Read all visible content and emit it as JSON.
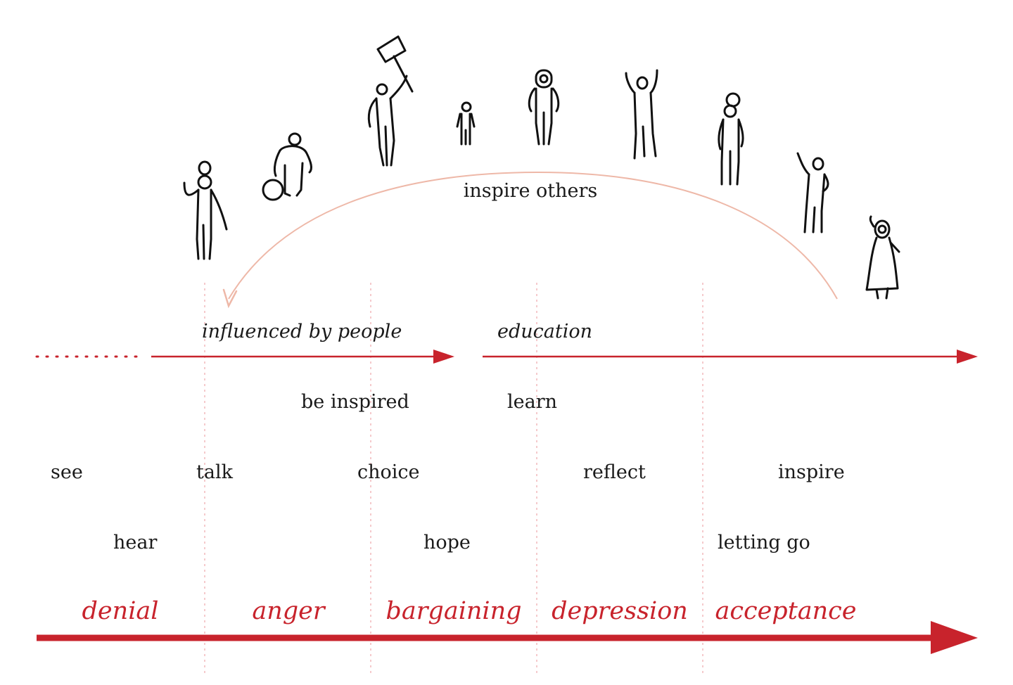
{
  "colors": {
    "accent_red": "#c8232c",
    "arc_pink": "#eeb8a8",
    "divider_pink": "#f2b8bc",
    "ink": "#111111"
  },
  "arc": {
    "label": "inspire others"
  },
  "upper_timeline": {
    "left_label": "influenced by people",
    "right_label": "education"
  },
  "actions": {
    "be_inspired": "be inspired",
    "learn": "learn",
    "see": "see",
    "talk": "talk",
    "choice": "choice",
    "reflect": "reflect",
    "inspire": "inspire",
    "hear": "hear",
    "hope": "hope",
    "letting_go": "letting go"
  },
  "stages": [
    "denial",
    "anger",
    "bargaining",
    "depression",
    "acceptance"
  ],
  "figure_icons": [
    "waving-person-icon",
    "carrying-person-icon",
    "protester-with-sign-icon",
    "child-icon",
    "astronaut-person-icon",
    "celebrating-person-icon",
    "person-with-bun-icon",
    "waving-person-icon",
    "cloaked-person-icon"
  ]
}
